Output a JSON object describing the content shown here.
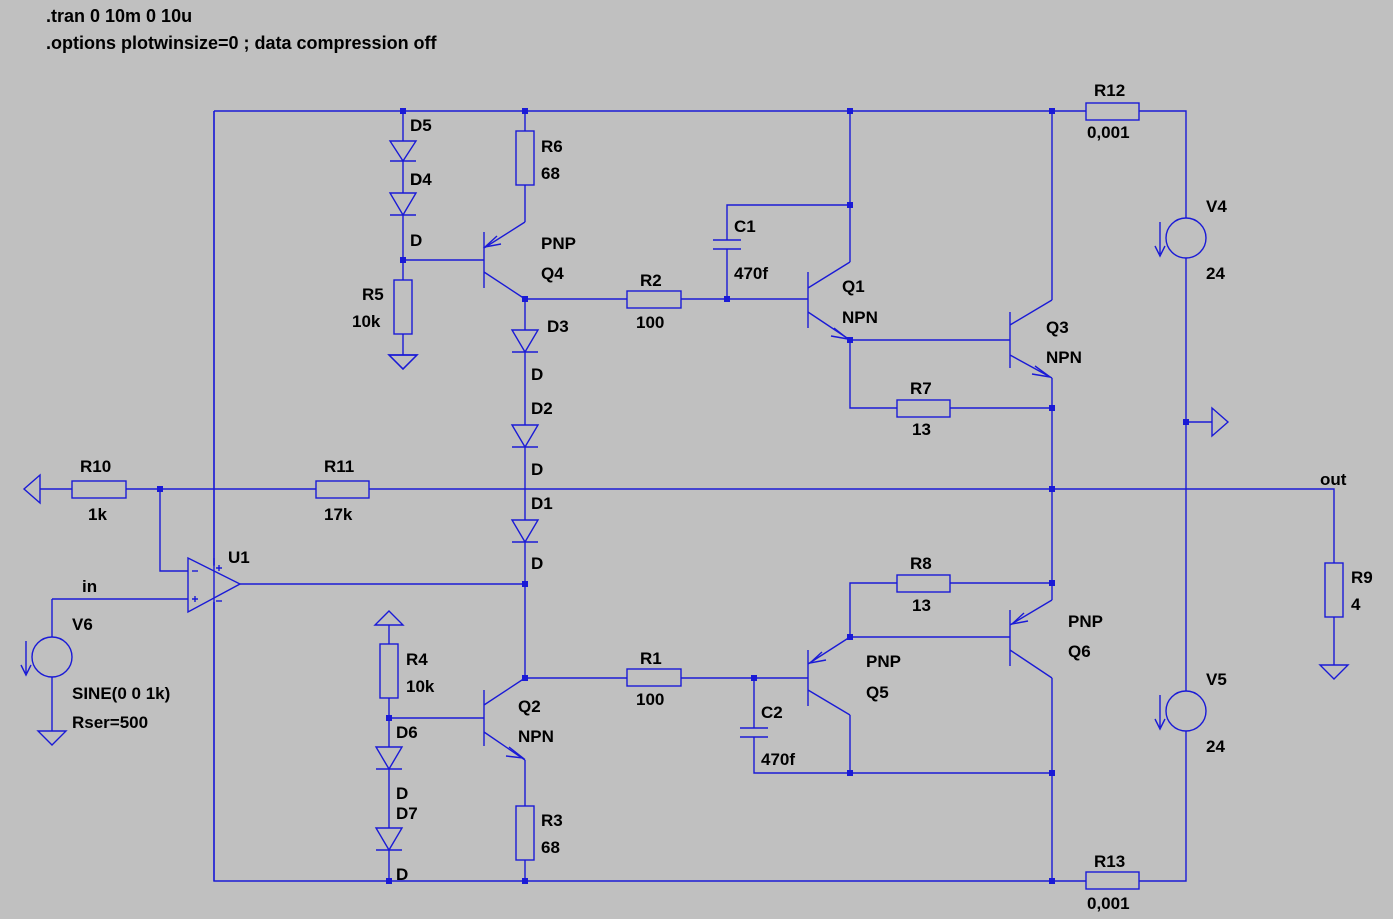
{
  "directives": [
    ".tran 0 10m 0 10u",
    ".options plotwinsize=0 ; data compression off"
  ],
  "colors": {
    "background": "#c0c0c0",
    "wire": "#1a1ad6",
    "text": "#000000"
  },
  "components": {
    "R1": {
      "name": "R1",
      "value": "100"
    },
    "R2": {
      "name": "R2",
      "value": "100"
    },
    "R3": {
      "name": "R3",
      "value": "68"
    },
    "R4": {
      "name": "R4",
      "value": "10k"
    },
    "R5": {
      "name": "R5",
      "value": "10k"
    },
    "R6": {
      "name": "R6",
      "value": "68"
    },
    "R7": {
      "name": "R7",
      "value": "13"
    },
    "R8": {
      "name": "R8",
      "value": "13"
    },
    "R9": {
      "name": "R9",
      "value": "4"
    },
    "R10": {
      "name": "R10",
      "value": "1k"
    },
    "R11": {
      "name": "R11",
      "value": "17k"
    },
    "R12": {
      "name": "R12",
      "value": "0,001"
    },
    "R13": {
      "name": "R13",
      "value": "0,001"
    },
    "C1": {
      "name": "C1",
      "value": "470f"
    },
    "C2": {
      "name": "C2",
      "value": "470f"
    },
    "Q1": {
      "name": "Q1",
      "model": "NPN"
    },
    "Q2": {
      "name": "Q2",
      "model": "NPN"
    },
    "Q3": {
      "name": "Q3",
      "model": "NPN"
    },
    "Q4": {
      "name": "Q4",
      "model": "PNP"
    },
    "Q5": {
      "name": "Q5",
      "model": "PNP"
    },
    "Q6": {
      "name": "Q6",
      "model": "PNP"
    },
    "D1": {
      "name": "D1",
      "model": "D"
    },
    "D2": {
      "name": "D2",
      "model": "D"
    },
    "D3": {
      "name": "D3",
      "model": "D"
    },
    "D4": {
      "name": "D4",
      "model": "D"
    },
    "D5": {
      "name": "D5",
      "model": "D"
    },
    "D6": {
      "name": "D6",
      "model": "D"
    },
    "D7": {
      "name": "D7",
      "model": "D"
    },
    "V4": {
      "name": "V4",
      "value": "24"
    },
    "V5": {
      "name": "V5",
      "value": "24"
    },
    "V6": {
      "name": "V6",
      "value": "SINE(0 0 1k)",
      "extra": "Rser=500"
    },
    "U1": {
      "name": "U1"
    }
  },
  "nets": {
    "in": "in",
    "out": "out"
  }
}
